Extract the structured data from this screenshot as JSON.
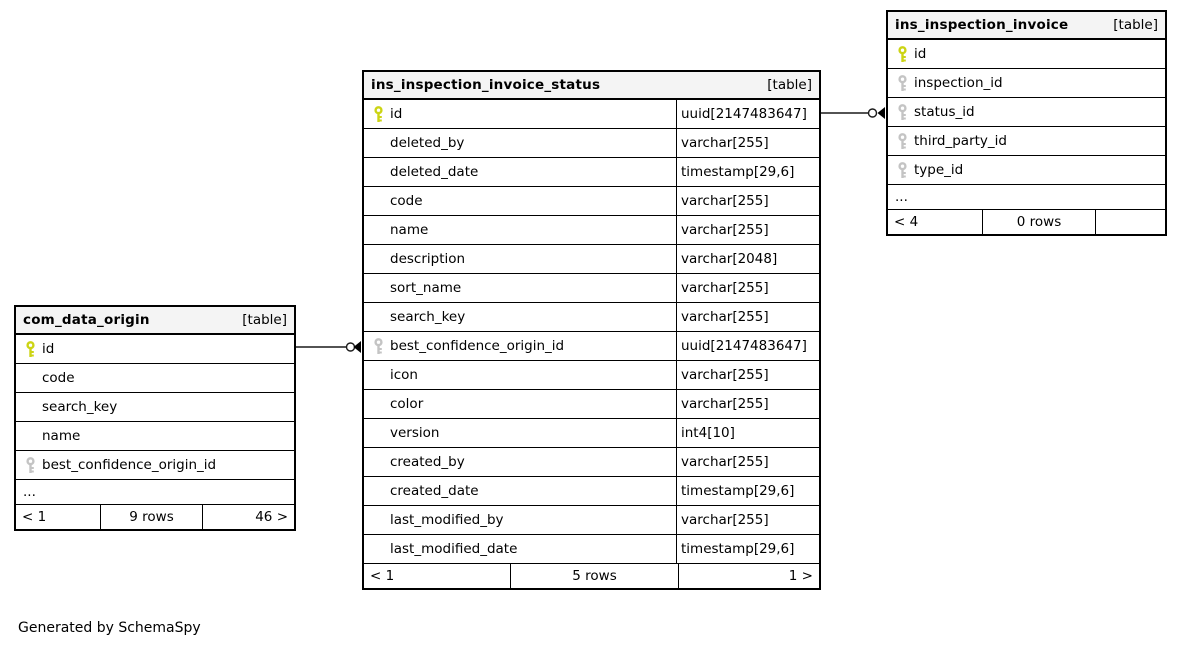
{
  "diagram": {
    "generator_note": "Generated by SchemaSpy",
    "colors": {
      "primary_key": "#ccd414",
      "foreign_key": "#c4c4c4",
      "header_bg": "#f4f4f4",
      "border": "#000000",
      "line": "#1a1a1a"
    },
    "relationships": [
      {
        "parent": "com_data_origin.id",
        "child": "ins_inspection_invoice_status.best_confidence_origin_id"
      },
      {
        "parent": "ins_inspection_invoice_status.id",
        "child": "ins_inspection_invoice.status_id"
      }
    ],
    "tables": [
      {
        "name": "com_data_origin",
        "badge": "[table]",
        "columns": [
          {
            "name": "id",
            "key": "primary"
          },
          {
            "name": "code"
          },
          {
            "name": "search_key"
          },
          {
            "name": "name"
          },
          {
            "name": "best_confidence_origin_id",
            "key": "foreign"
          }
        ],
        "truncated": "...",
        "footer": {
          "prev": "< 1",
          "rows": "9 rows",
          "next": "46 >"
        }
      },
      {
        "name": "ins_inspection_invoice_status",
        "badge": "[table]",
        "columns": [
          {
            "name": "id",
            "key": "primary",
            "type": "uuid[2147483647]"
          },
          {
            "name": "deleted_by",
            "type": "varchar[255]"
          },
          {
            "name": "deleted_date",
            "type": "timestamp[29,6]"
          },
          {
            "name": "code",
            "type": "varchar[255]"
          },
          {
            "name": "name",
            "type": "varchar[255]"
          },
          {
            "name": "description",
            "type": "varchar[2048]"
          },
          {
            "name": "sort_name",
            "type": "varchar[255]"
          },
          {
            "name": "search_key",
            "type": "varchar[255]"
          },
          {
            "name": "best_confidence_origin_id",
            "key": "foreign",
            "type": "uuid[2147483647]"
          },
          {
            "name": "icon",
            "type": "varchar[255]"
          },
          {
            "name": "color",
            "type": "varchar[255]"
          },
          {
            "name": "version",
            "type": "int4[10]"
          },
          {
            "name": "created_by",
            "type": "varchar[255]"
          },
          {
            "name": "created_date",
            "type": "timestamp[29,6]"
          },
          {
            "name": "last_modified_by",
            "type": "varchar[255]"
          },
          {
            "name": "last_modified_date",
            "type": "timestamp[29,6]"
          }
        ],
        "footer": {
          "prev": "< 1",
          "rows": "5 rows",
          "next": "1 >"
        }
      },
      {
        "name": "ins_inspection_invoice",
        "badge": "[table]",
        "columns": [
          {
            "name": "id",
            "key": "primary"
          },
          {
            "name": "inspection_id",
            "key": "foreign"
          },
          {
            "name": "status_id",
            "key": "foreign"
          },
          {
            "name": "third_party_id",
            "key": "foreign"
          },
          {
            "name": "type_id",
            "key": "foreign"
          }
        ],
        "truncated": "...",
        "footer": {
          "prev": "< 4",
          "rows": "0 rows",
          "next": ""
        }
      }
    ]
  }
}
